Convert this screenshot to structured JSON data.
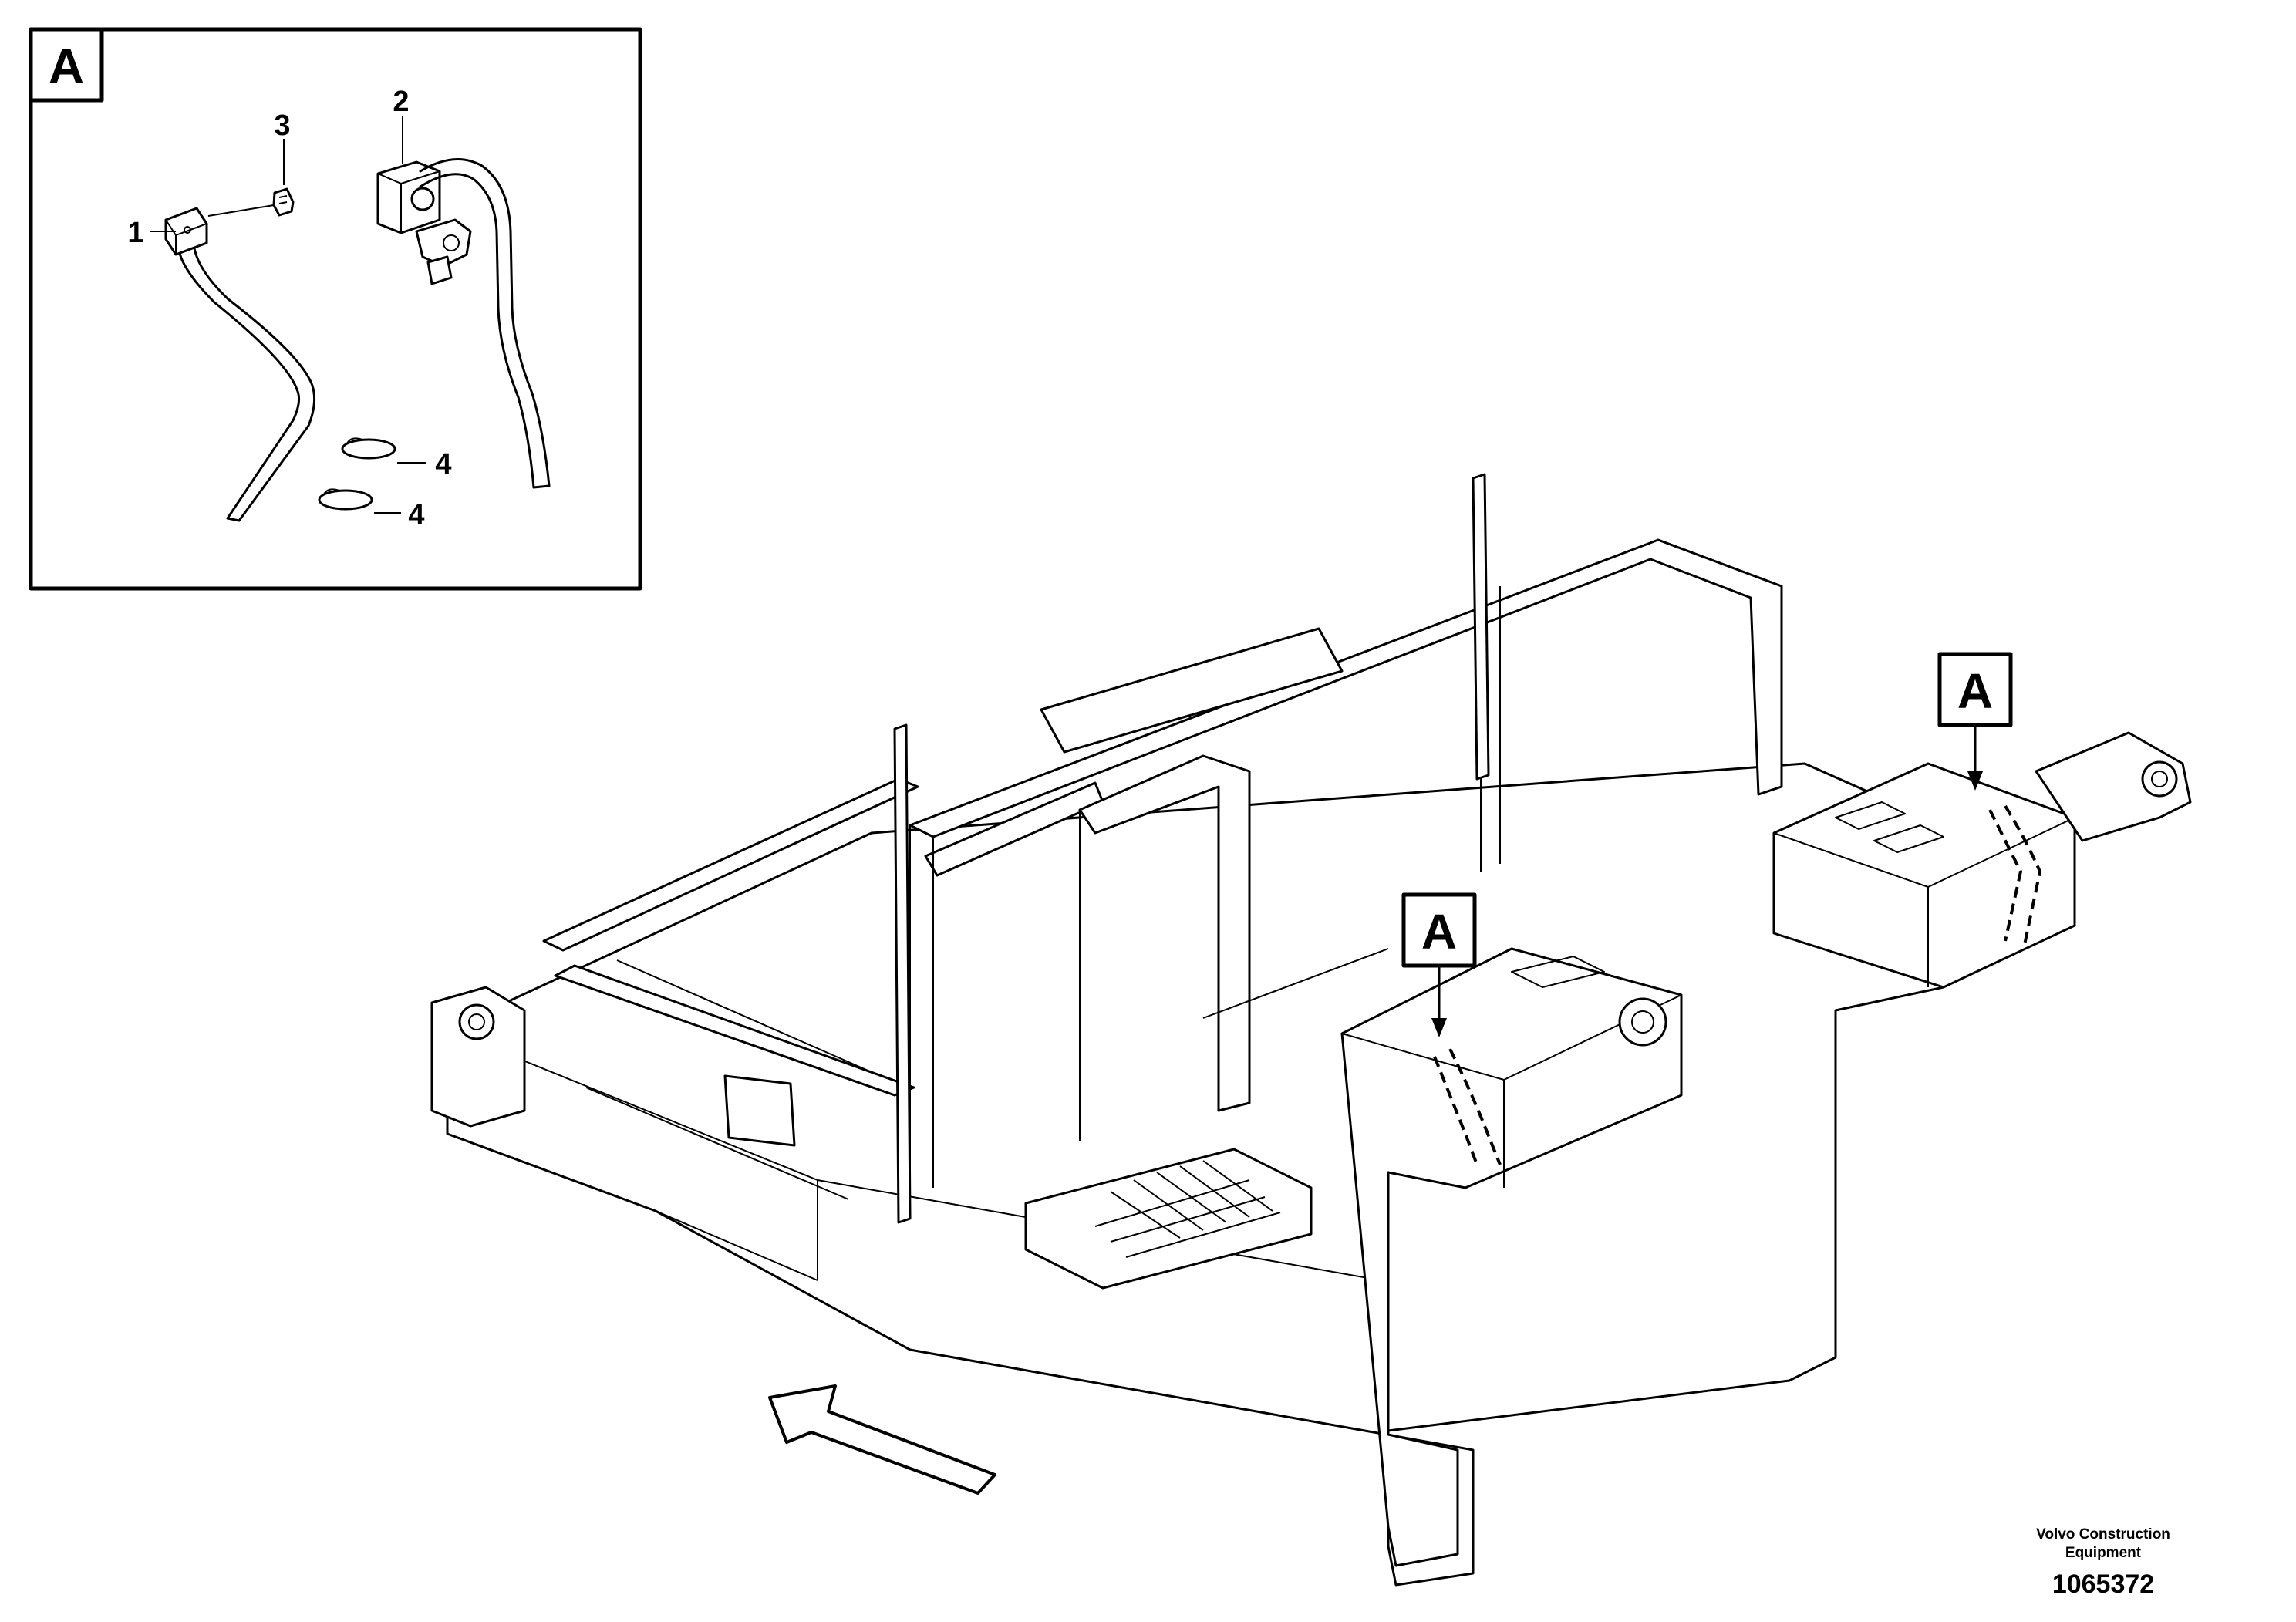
{
  "detail_view": {
    "view_label": "A",
    "callouts": [
      {
        "label": "1"
      },
      {
        "label": "2"
      },
      {
        "label": "3"
      },
      {
        "label": "4"
      },
      {
        "label": "4"
      }
    ]
  },
  "view_markers": [
    {
      "label": "A"
    },
    {
      "label": "A"
    }
  ],
  "footer": {
    "company_line1": "Volvo Construction",
    "company_line2": "Equipment",
    "drawing_number": "1065372"
  }
}
